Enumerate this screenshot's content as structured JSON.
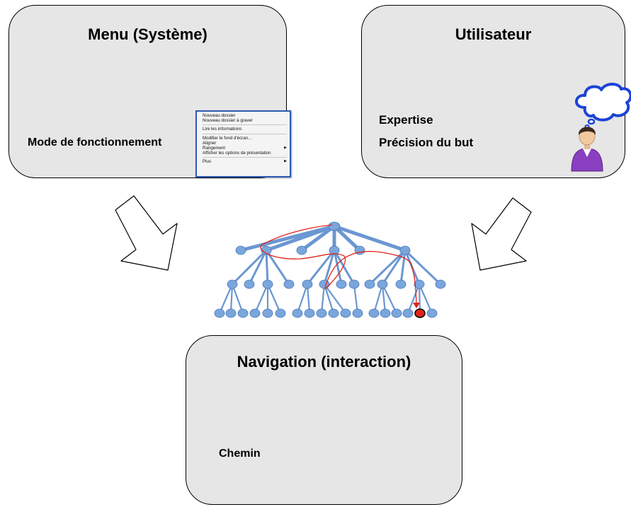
{
  "menu_box": {
    "title": "Menu (Système)",
    "label": "Mode de fonctionnement",
    "context_menu": {
      "items": [
        {
          "label": "Nouveau dossier"
        },
        {
          "label": "Nouveau dossier à graver",
          "separator_after": true
        },
        {
          "label": "Lire les informations",
          "separator_after": true
        },
        {
          "label": "Modifier le fond d'écran..."
        },
        {
          "label": "Aligner"
        },
        {
          "label": "Rangement",
          "submenu": true
        },
        {
          "label": "Afficher les options de présentation",
          "separator_after": true
        },
        {
          "label": "Plus",
          "submenu": true
        }
      ]
    }
  },
  "user_box": {
    "title": "Utilisateur",
    "labels": [
      "Expertise",
      "Précision du but"
    ]
  },
  "nav_box": {
    "title": "Navigation (interaction)",
    "label": "Chemin"
  },
  "colors": {
    "box_fill": "#e6e6e6",
    "node_fill": "#7aa6dc",
    "edge": "#6b97d2",
    "path": "#e0241b",
    "target_node": "#e0241b",
    "person_shirt": "#8a3fc0",
    "arrow_fill": "#ffffff"
  },
  "icons": [
    "thought-bubble-icon",
    "person-icon",
    "block-arrow-icon"
  ]
}
